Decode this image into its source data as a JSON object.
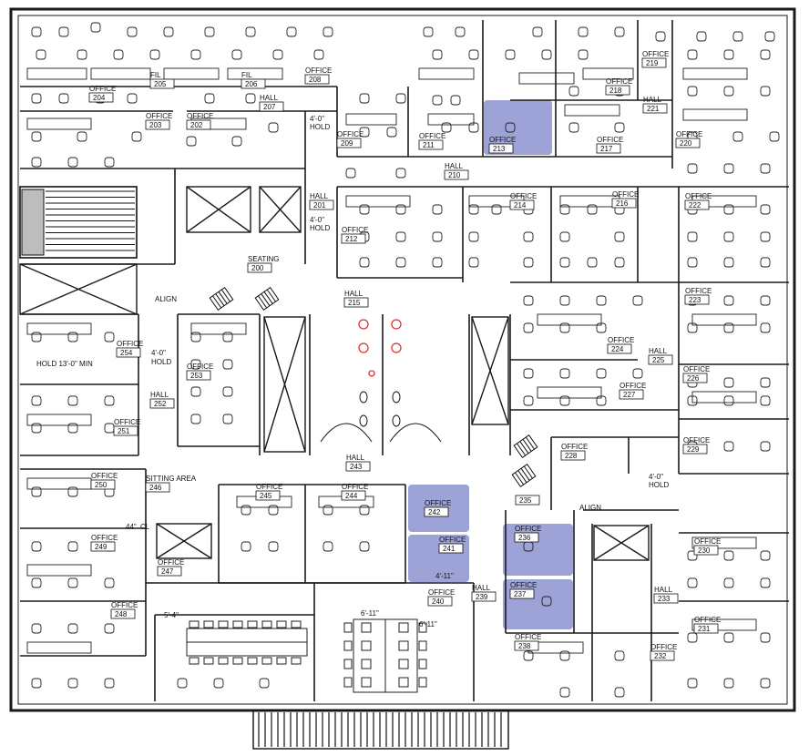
{
  "highlight_color": "#7c83c9",
  "rooms": [
    {
      "id": "204",
      "kind": "OFFICE"
    },
    {
      "id": "205",
      "kind": "FIL"
    },
    {
      "id": "206",
      "kind": "FIL"
    },
    {
      "id": "208",
      "kind": "OFFICE"
    },
    {
      "id": "207",
      "kind": "HALL"
    },
    {
      "id": "203",
      "kind": "OFFICE"
    },
    {
      "id": "202",
      "kind": "OFFICE"
    },
    {
      "id": "209",
      "kind": "OFFICE"
    },
    {
      "id": "211",
      "kind": "OFFICE"
    },
    {
      "id": "210",
      "kind": "HALL"
    },
    {
      "id": "213",
      "kind": "OFFICE"
    },
    {
      "id": "217",
      "kind": "OFFICE"
    },
    {
      "id": "218",
      "kind": "OFFICE"
    },
    {
      "id": "219",
      "kind": "OFFICE"
    },
    {
      "id": "221",
      "kind": "HALL"
    },
    {
      "id": "220",
      "kind": "OFFICE"
    },
    {
      "id": "201",
      "kind": "HALL"
    },
    {
      "id": "212",
      "kind": "OFFICE"
    },
    {
      "id": "214",
      "kind": "OFFICE"
    },
    {
      "id": "216",
      "kind": "OFFICE"
    },
    {
      "id": "222",
      "kind": "OFFICE"
    },
    {
      "id": "200",
      "kind": "SEATING"
    },
    {
      "id": "215",
      "kind": "HALL"
    },
    {
      "id": "223",
      "kind": "OFFICE"
    },
    {
      "id": "224",
      "kind": "OFFICE"
    },
    {
      "id": "225",
      "kind": "HALL"
    },
    {
      "id": "226",
      "kind": "OFFICE"
    },
    {
      "id": "227",
      "kind": "OFFICE"
    },
    {
      "id": "228",
      "kind": "OFFICE"
    },
    {
      "id": "229",
      "kind": "OFFICE"
    },
    {
      "id": "254",
      "kind": "OFFICE"
    },
    {
      "id": "253",
      "kind": "OFFICE"
    },
    {
      "id": "252",
      "kind": "HALL"
    },
    {
      "id": "251",
      "kind": "OFFICE"
    },
    {
      "id": "250",
      "kind": "OFFICE"
    },
    {
      "id": "246",
      "kind": "SITTING AREA"
    },
    {
      "id": "245",
      "kind": "OFFICE"
    },
    {
      "id": "244",
      "kind": "OFFICE"
    },
    {
      "id": "243",
      "kind": "HALL"
    },
    {
      "id": "242",
      "kind": "OFFICE"
    },
    {
      "id": "241",
      "kind": "OFFICE"
    },
    {
      "id": "235",
      "kind": ""
    },
    {
      "id": "236",
      "kind": "OFFICE"
    },
    {
      "id": "237",
      "kind": "OFFICE"
    },
    {
      "id": "230",
      "kind": "OFFICE"
    },
    {
      "id": "249",
      "kind": "OFFICE"
    },
    {
      "id": "247",
      "kind": "OFFICE"
    },
    {
      "id": "248",
      "kind": "OFFICE"
    },
    {
      "id": "240",
      "kind": "OFFICE"
    },
    {
      "id": "239",
      "kind": "HALL"
    },
    {
      "id": "233",
      "kind": "HALL"
    },
    {
      "id": "238",
      "kind": "OFFICE"
    },
    {
      "id": "231",
      "kind": "OFFICE"
    },
    {
      "id": "232",
      "kind": "OFFICE"
    }
  ],
  "notes": {
    "hold_1": "4'-0\"",
    "hold_1_word": "HOLD",
    "hold_2": "4'-0\"",
    "hold_2_word": "HOLD",
    "hold_3": "4'-0\"",
    "hold_3_word": "HOLD",
    "hold_4": "4'-0\"",
    "hold_4_word": "HOLD",
    "hold_min": "HOLD 13'-0\" MIN",
    "dim_1": "6'-11\"",
    "dim_2": "6'-11\"",
    "dim_3": "4'-11\"",
    "dim_4": "44\"",
    "dim_5": "5'-4\"",
    "cl_label": "CL",
    "align_1": "ALIGN",
    "align_2": "ALIGN"
  }
}
